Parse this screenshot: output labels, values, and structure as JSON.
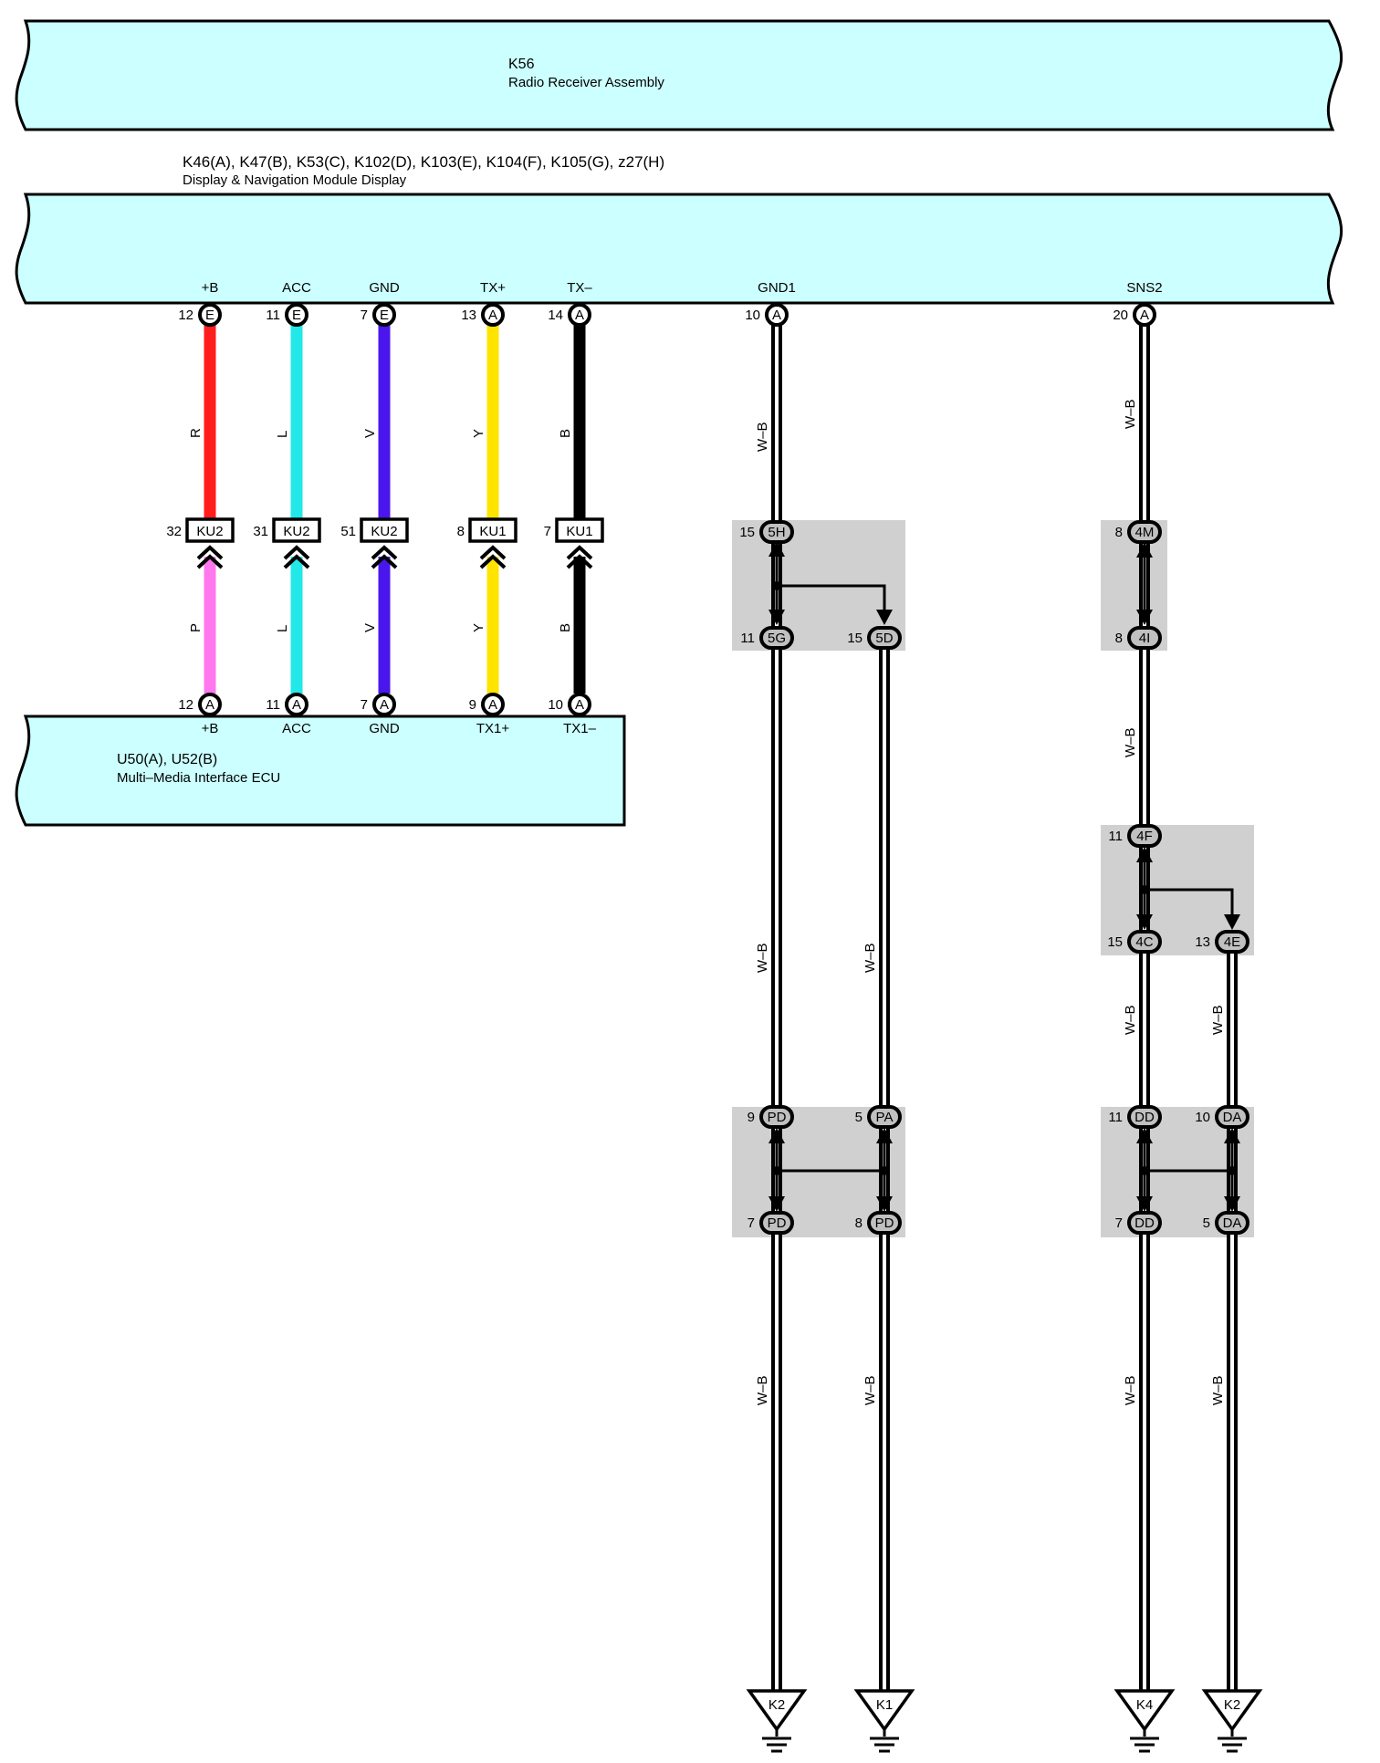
{
  "blocks": {
    "radio": {
      "code": "K56",
      "name": "Radio Receiver Assembly"
    },
    "display": {
      "code": "K46(A), K47(B), K53(C), K102(D), K103(E), K104(F), K105(G), z27(H)",
      "name": "Display & Navigation Module Display"
    },
    "mmi": {
      "code": "U50(A), U52(B)",
      "name": "Multi–Media Interface ECU"
    }
  },
  "colors": {
    "R": "#ff1e1e",
    "L": "#22e8e8",
    "V": "#4a16ee",
    "Y": "#ffe400",
    "B": "#000000",
    "P": "#ff78ee",
    "block_fill": "#ccffff",
    "junction_fill": "#d0d0d0"
  },
  "display_pins": [
    {
      "name": "+B",
      "pin": "12",
      "conn": "E"
    },
    {
      "name": "ACC",
      "pin": "11",
      "conn": "E"
    },
    {
      "name": "GND",
      "pin": "7",
      "conn": "E"
    },
    {
      "name": "TX+",
      "pin": "13",
      "conn": "A"
    },
    {
      "name": "TX–",
      "pin": "14",
      "conn": "A"
    },
    {
      "name": "GND1",
      "pin": "10",
      "conn": "A"
    },
    {
      "name": "SNS2",
      "pin": "20",
      "conn": "A"
    }
  ],
  "wires_upper": [
    "R",
    "L",
    "V",
    "Y",
    "B"
  ],
  "inline_connectors": [
    {
      "pin": "32",
      "code": "KU2"
    },
    {
      "pin": "31",
      "code": "KU2"
    },
    {
      "pin": "51",
      "code": "KU2"
    },
    {
      "pin": "8",
      "code": "KU1"
    },
    {
      "pin": "7",
      "code": "KU1"
    }
  ],
  "wires_lower": [
    "P",
    "L",
    "V",
    "Y",
    "B"
  ],
  "mmi_pins": [
    {
      "name": "+B",
      "pin": "12",
      "conn": "A"
    },
    {
      "name": "ACC",
      "pin": "11",
      "conn": "A"
    },
    {
      "name": "GND",
      "pin": "7",
      "conn": "A"
    },
    {
      "name": "TX1+",
      "pin": "9",
      "conn": "A"
    },
    {
      "name": "TX1–",
      "pin": "10",
      "conn": "A"
    }
  ],
  "wire_code": "W–B",
  "ground_wire_labels": {
    "gnd1_top": "W–B",
    "sns2_top": "W–B",
    "sns2_mid": "W–B",
    "col_a_mid": "W–B",
    "col_b_mid": "W–B",
    "col_c_mid": "W–B",
    "col_d_mid": "W–B",
    "col_a_low": "W–B",
    "col_b_low": "W–B",
    "col_c_low": "W–B",
    "col_d_low": "W–B"
  },
  "junctions": {
    "j5_top": {
      "pin": "15",
      "code": "5H"
    },
    "j5_left": {
      "pin": "11",
      "code": "5G"
    },
    "j5_right": {
      "pin": "15",
      "code": "5D"
    },
    "j4m_top": {
      "pin": "8",
      "code": "4M"
    },
    "j4m_bot": {
      "pin": "8",
      "code": "4I"
    },
    "j4f_top": {
      "pin": "11",
      "code": "4F"
    },
    "j4f_left": {
      "pin": "15",
      "code": "4C"
    },
    "j4f_right": {
      "pin": "13",
      "code": "4E"
    },
    "jp_tl": {
      "pin": "9",
      "code": "PD"
    },
    "jp_tr": {
      "pin": "5",
      "code": "PA"
    },
    "jp_bl": {
      "pin": "7",
      "code": "PD"
    },
    "jp_br": {
      "pin": "8",
      "code": "PD"
    },
    "jd_tl": {
      "pin": "11",
      "code": "DD"
    },
    "jd_tr": {
      "pin": "10",
      "code": "DA"
    },
    "jd_bl": {
      "pin": "7",
      "code": "DD"
    },
    "jd_br": {
      "pin": "5",
      "code": "DA"
    }
  },
  "grounds": [
    "K2",
    "K1",
    "K4",
    "K2"
  ]
}
